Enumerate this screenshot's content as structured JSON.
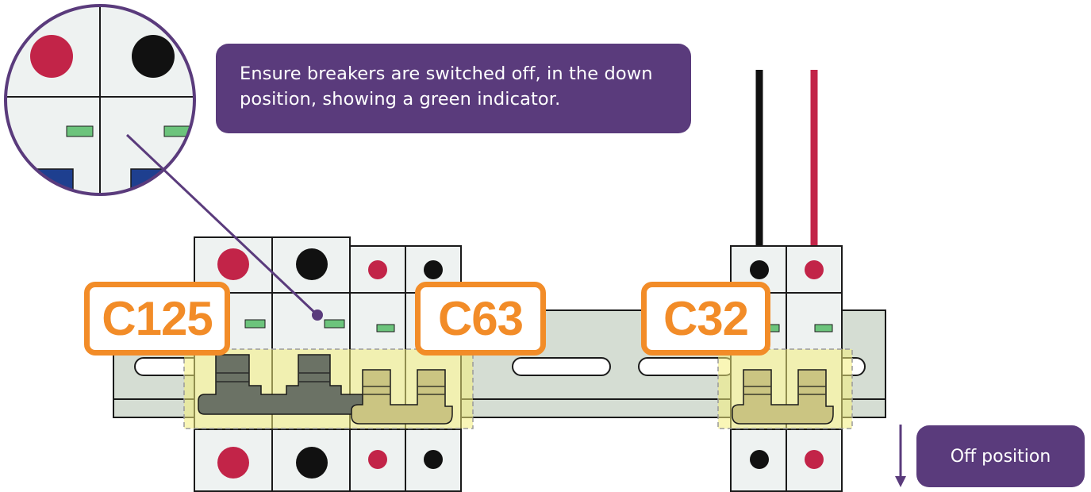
{
  "instruction": "Ensure breakers are switched off, in the down position, showing a green indicator.",
  "off_position_label": "Off position",
  "breaker_labels": {
    "c125": "C125",
    "c63": "C63",
    "c32": "C32"
  },
  "colors": {
    "purple": "#5a3b7c",
    "orange": "#f28c28",
    "red_terminal": "#c22448",
    "black_terminal": "#111111",
    "breaker_body": "#eef2f1",
    "indicator_green": "#6cc47c",
    "rail": "#d5ddd3",
    "highlight": "#f4ee7c",
    "toggle_large": "#6b7265",
    "toggle_small": "#cbc582",
    "zoom_blue": "#1e3f8f"
  }
}
